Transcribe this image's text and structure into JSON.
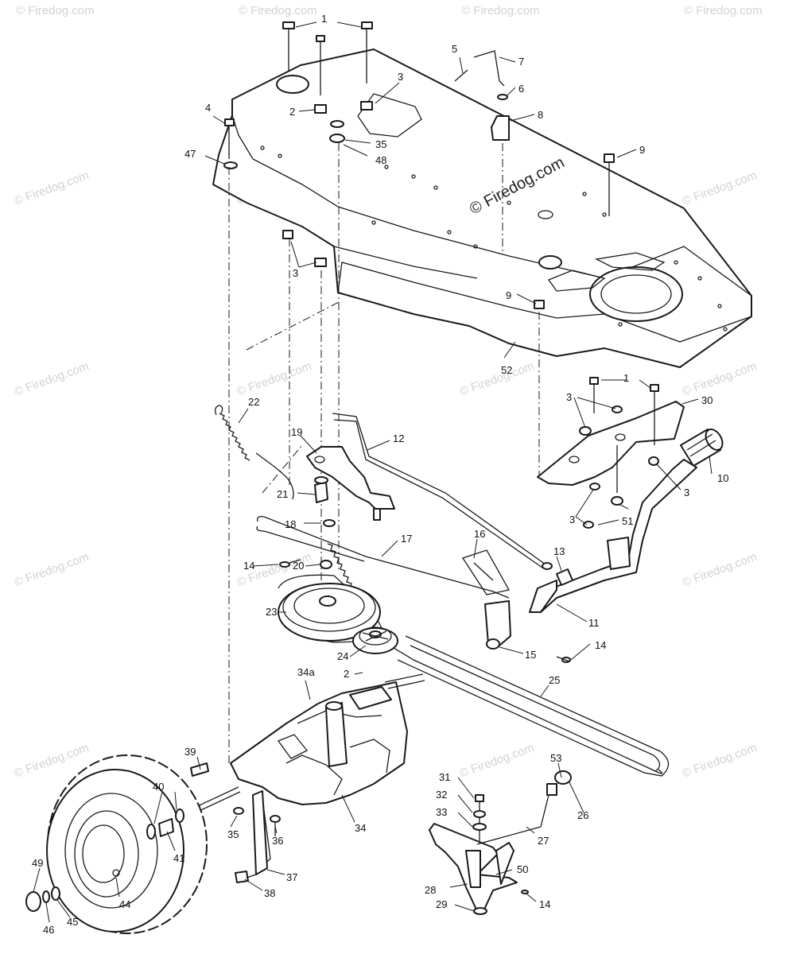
{
  "watermark": {
    "text": "© Firedog.com",
    "main_text": "© Firedog.com"
  },
  "callouts": {
    "c1a": "1",
    "c1b": "1",
    "c2a": "2",
    "c2b": "2",
    "c3a": "3",
    "c3b": "3",
    "c3c": "3",
    "c3d": "3",
    "c3e": "3",
    "c4": "4",
    "c5": "5",
    "c6": "6",
    "c7": "7",
    "c8": "8",
    "c9a": "9",
    "c9b": "9",
    "c10": "10",
    "c11": "11",
    "c12": "12",
    "c13": "13",
    "c14a": "14",
    "c14b": "14",
    "c14c": "14",
    "c15": "15",
    "c16": "16",
    "c17": "17",
    "c18": "18",
    "c19": "19",
    "c20": "20",
    "c21": "21",
    "c22": "22",
    "c23": "23",
    "c24": "24",
    "c25": "25",
    "c26": "26",
    "c27": "27",
    "c28": "28",
    "c29": "29",
    "c30": "30",
    "c31": "31",
    "c32": "32",
    "c33": "33",
    "c34": "34",
    "c34a": "34a",
    "c35a": "35",
    "c35b": "35",
    "c36": "36",
    "c37": "37",
    "c38": "38",
    "c39": "39",
    "c40": "40",
    "c41": "41",
    "c44": "44",
    "c45": "45",
    "c46": "46",
    "c47": "47",
    "c48": "48",
    "c49": "49",
    "c50": "50",
    "c51": "51",
    "c52": "52",
    "c53": "53"
  }
}
